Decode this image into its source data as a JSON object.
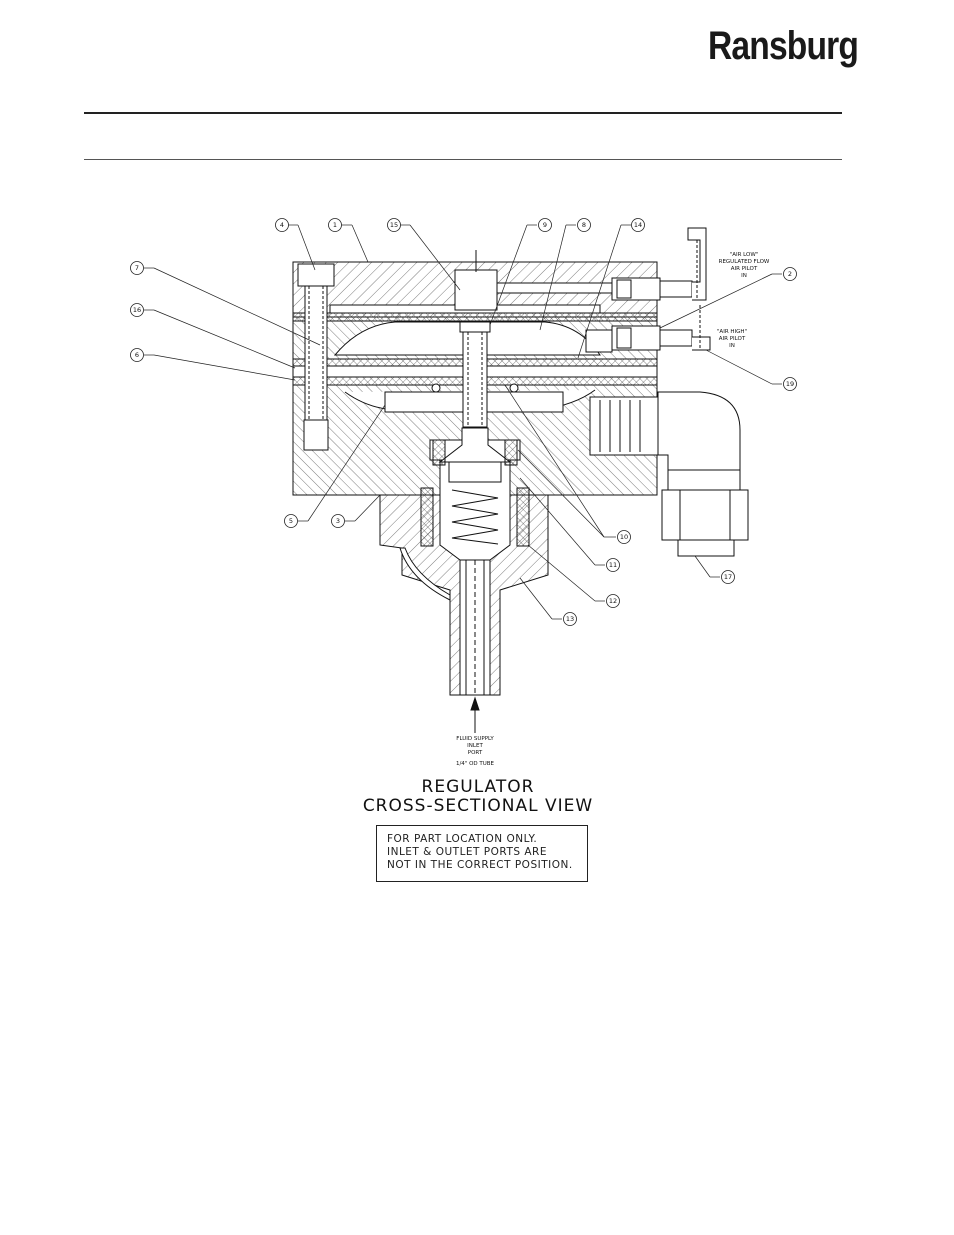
{
  "header": {
    "brand": "Ransburg"
  },
  "diagram": {
    "title_line1": "REGULATOR",
    "title_line2": "CROSS-SECTIONAL VIEW",
    "note_lines": [
      "FOR PART LOCATION ONLY.",
      "INLET & OUTLET PORTS ARE",
      "NOT IN THE CORRECT POSITION."
    ],
    "port_labels": {
      "air_low": [
        "\"AIR LOW\"",
        "REGULATED FLOW",
        "AIR PILOT",
        "IN"
      ],
      "air_high": [
        "\"AIR HIGH\"",
        "AIR PILOT",
        "IN"
      ],
      "fluid_supply": [
        "FLUID SUPPLY",
        "INLET",
        "PORT",
        "1/4\" OD TUBE"
      ]
    },
    "callouts": [
      "4",
      "1",
      "15",
      "9",
      "8",
      "14",
      "2",
      "7",
      "16",
      "6",
      "19",
      "5",
      "3",
      "10",
      "11",
      "12",
      "13",
      "17"
    ]
  }
}
